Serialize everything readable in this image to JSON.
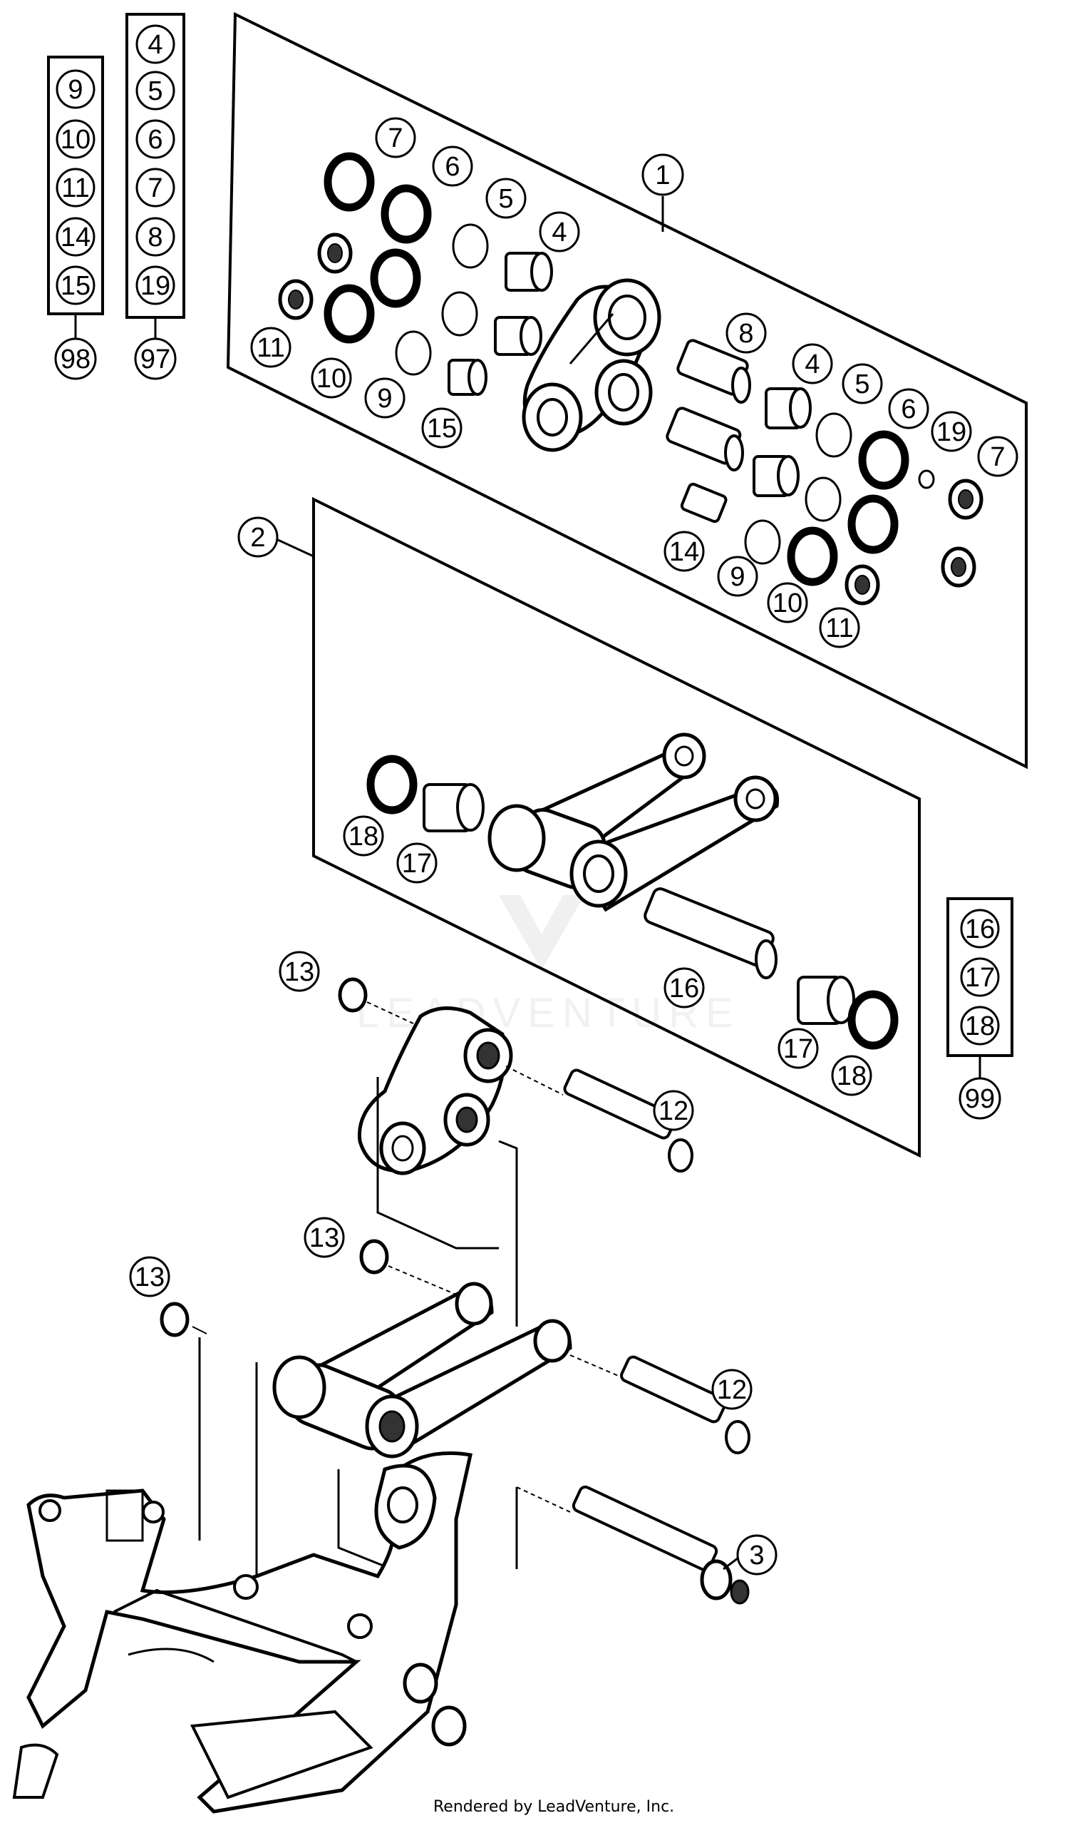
{
  "callouts": {
    "c1": "1",
    "c2": "2",
    "c3": "3",
    "top_7": "7",
    "top_6": "6",
    "top_5": "5",
    "top_4": "4",
    "left_11": "11",
    "left_10": "10",
    "left_9": "9",
    "left_15": "15",
    "right_8": "8",
    "right_4": "4",
    "right_5": "5",
    "right_6": "6",
    "right_19": "19",
    "right_7": "7",
    "right_14": "14",
    "right_9": "9",
    "right_10": "10",
    "right_11": "11",
    "kit2_18": "18",
    "kit2_17": "17",
    "kit2_16": "16",
    "kit2_17b": "17",
    "kit2_18b": "18",
    "c13a": "13",
    "c12a": "12",
    "c13b": "13",
    "c13c": "13",
    "c12b": "12"
  },
  "kit_98": {
    "items": [
      "9",
      "10",
      "11",
      "14",
      "15"
    ],
    "label": "98"
  },
  "kit_97": {
    "items": [
      "4",
      "5",
      "6",
      "7",
      "8",
      "19"
    ],
    "label": "97"
  },
  "kit_99": {
    "items": [
      "16",
      "17",
      "18"
    ],
    "label": "99"
  },
  "watermark": "LEADVENTURE",
  "credit": "Rendered by LeadVenture, Inc."
}
